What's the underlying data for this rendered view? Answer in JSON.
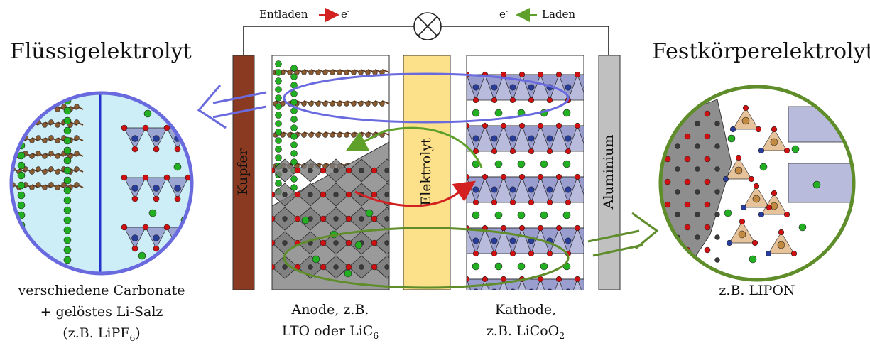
{
  "circuit": {
    "discharge_label": "Entladen",
    "charge_label": "Laden",
    "electron_left": "e",
    "electron_right": "e",
    "electron_sup": "-"
  },
  "left_panel": {
    "title": "Flüssigelektrolyt",
    "desc_line1": "verschiedene Carbonate",
    "desc_line2": "+ gelöstes Li-Salz",
    "desc_line3_prefix": "(z.B. LiPF",
    "desc_line3_sub": "6",
    "desc_line3_suffix": ")"
  },
  "right_panel": {
    "title": "Festkörperelektrolyt",
    "desc": "z.B. LIPON"
  },
  "cell": {
    "copper_label": "Kupfer",
    "electrolyte_label": "Elektrolyt",
    "aluminium_label": "Aluminium",
    "anode_line1": "Anode, z.B.",
    "anode_line2_prefix": "LTO oder LiC",
    "anode_line2_sub": "6",
    "cathode_line1": "Kathode,",
    "cathode_line2_prefix": "z.B. LiCoO",
    "cathode_line2_sub": "2"
  },
  "colors": {
    "copper": "#8b3a22",
    "electrolyte": "#fde08a",
    "aluminium": "#c0c0c0",
    "liquid_ring": "#6a6adf",
    "solid_ring": "#5e8d2a",
    "discharge_arrow": "#d32020",
    "charge_arrow": "#5ea02a",
    "lithium": "#22b022",
    "oxygen": "#d01010",
    "carbon": "#8a5a30",
    "cobalt": "#283c9a"
  },
  "icons": {
    "lamp": "lamp-icon",
    "discharge_arrow": "arrow-right-icon",
    "charge_arrow": "arrow-left-icon"
  }
}
